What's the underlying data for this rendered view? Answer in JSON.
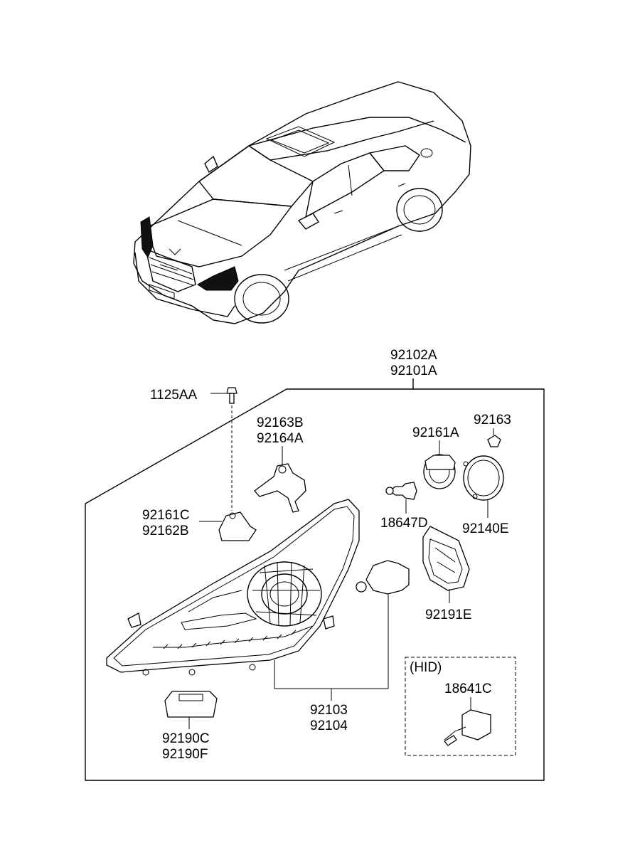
{
  "labels": {
    "assembly_a": "92102A",
    "assembly_b": "92101A",
    "screw": "1125AA",
    "bracket_a": "92163B",
    "bracket_b": "92164A",
    "cap_small": "92163",
    "cap_ring": "92161A",
    "holder_a": "92161C",
    "holder_b": "92162B",
    "bulb": "18647D",
    "gasket": "92140E",
    "cover": "92191E",
    "lamp_a": "92103",
    "lamp_b": "92104",
    "ballast_a": "92190C",
    "ballast_b": "92190F",
    "hid_title": "(HID)",
    "hid_bulb": "18641C"
  }
}
